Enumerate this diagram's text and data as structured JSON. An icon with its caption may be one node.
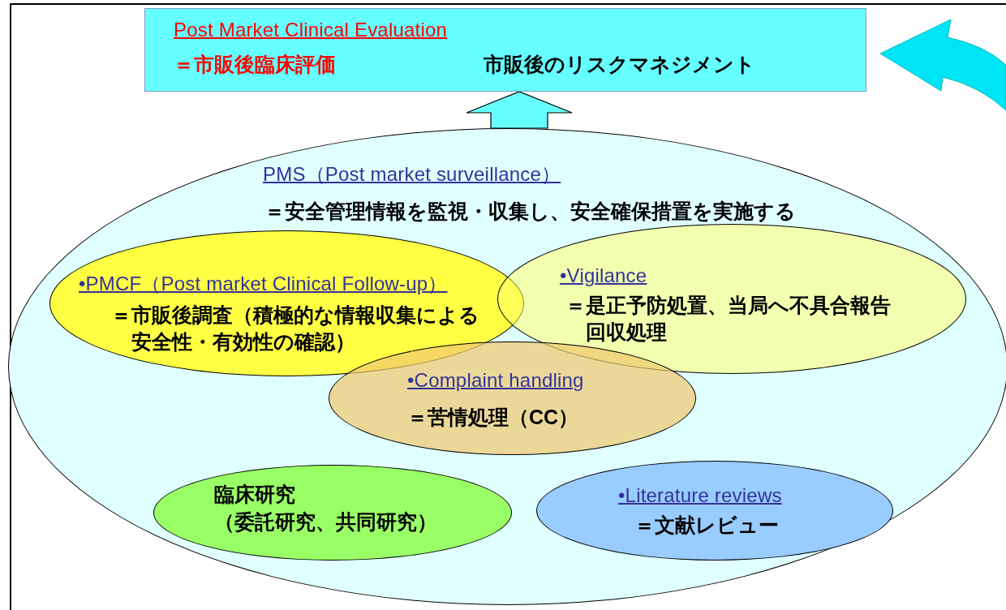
{
  "diagram": {
    "nodes": [
      {
        "text": [
          "Post Market Clinical Evaluation",
          "＝市販後臨床評価",
          "市販後のリスクマネジメント"
        ]
      },
      {
        "text": [
          "PMS（Post market surveillance）",
          "＝安全管理情報を監視・収集し、安全確保措置を実施する"
        ]
      },
      {
        "text": [
          "•PMCF（Post market Clinical Follow-up）",
          "＝市販後調査（積極的な情報収集による安全性・有効性の確認）"
        ],
        "in": 1
      },
      {
        "text": [
          "•Vigilance",
          "＝是正予防処置、当局へ不具合報告回収処理"
        ],
        "in": 1
      },
      {
        "text": [
          "•Complaint handling",
          "＝苦情処理（CC）"
        ],
        "in": 1
      },
      {
        "text": [
          "臨床研究",
          "（委託研究、共同研究）"
        ],
        "in": 1
      },
      {
        "text": [
          "•Literature reviews",
          "＝文献レビュー"
        ],
        "in": 1
      }
    ],
    "edges": [
      {
        "from": 1,
        "to": 0,
        "arrow": "to",
        "style": "thick"
      }
    ]
  }
}
